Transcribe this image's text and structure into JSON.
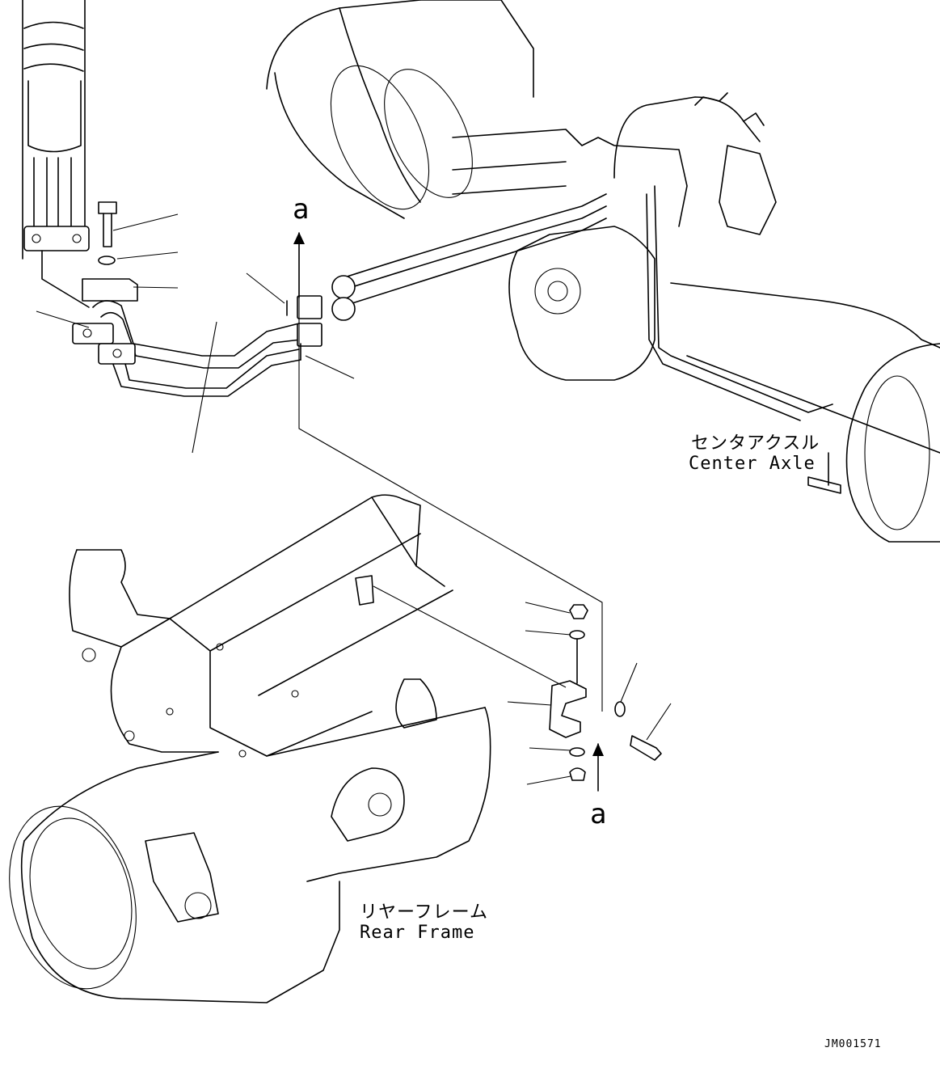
{
  "labels": {
    "center_axle_jp": "センタアクスル",
    "center_axle_en": "Center Axle",
    "rear_frame_jp": "リヤーフレーム",
    "rear_frame_en": "Rear Frame",
    "view_marker_top": "a",
    "view_marker_bottom": "a",
    "drawing_id": "JM001571"
  }
}
